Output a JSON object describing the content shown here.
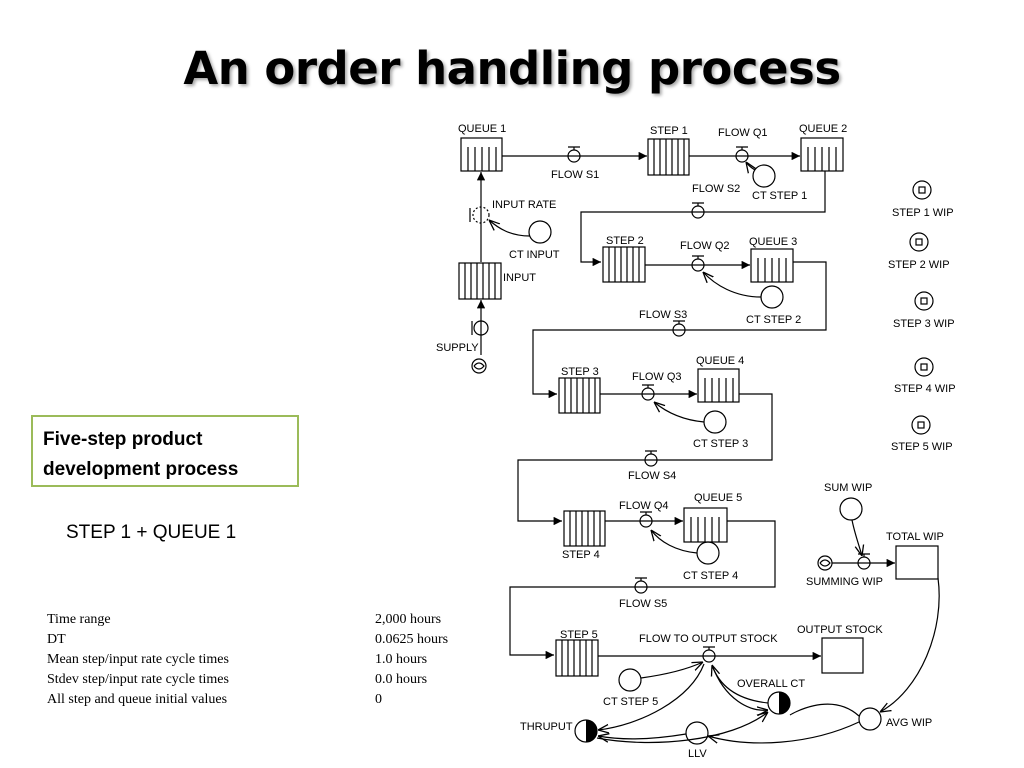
{
  "slide": {
    "title": "An order handling process",
    "note_box": {
      "line1": "Five-step product",
      "line2": "development process"
    },
    "step_label": "STEP 1 + QUEUE 1"
  },
  "params": [
    {
      "label": "Time range",
      "value": "2,000 hours"
    },
    {
      "label": "DT",
      "value": "0.0625 hours"
    },
    {
      "label": "Mean step/input rate cycle times",
      "value": "1.0 hours"
    },
    {
      "label": "Stdev step/input rate cycle times",
      "value": "0.0 hours"
    },
    {
      "label": "All step and queue initial values",
      "value": "0"
    }
  ],
  "diagram": {
    "queue1": "QUEUE 1",
    "step1": "STEP 1",
    "flow_q1": "FLOW Q1",
    "queue2": "QUEUE 2",
    "flow_s1": "FLOW S1",
    "ct_step1": "CT STEP 1",
    "flow_s2": "FLOW S2",
    "input_rate": "INPUT RATE",
    "ct_input": "CT INPUT",
    "input": "INPUT",
    "supply": "SUPPLY",
    "step2": "STEP 2",
    "flow_q2": "FLOW Q2",
    "queue3": "QUEUE 3",
    "ct_step2": "CT STEP 2",
    "flow_s3": "FLOW S3",
    "step3": "STEP 3",
    "flow_q3": "FLOW Q3",
    "queue4": "QUEUE 4",
    "ct_step3": "CT STEP 3",
    "flow_s4": "FLOW S4",
    "flow_q4": "FLOW Q4",
    "queue5": "QUEUE 5",
    "step4": "STEP 4",
    "ct_step4": "CT STEP 4",
    "flow_s5": "FLOW S5",
    "step5": "STEP 5",
    "flow_to_output": "FLOW TO OUTPUT STOCK",
    "output_stock": "OUTPUT STOCK",
    "ct_step5": "CT STEP 5",
    "overall_ct": "OVERALL CT",
    "thruput": "THRUPUT",
    "llv": "LLV",
    "avg_wip": "AVG WIP",
    "sum_wip": "SUM WIP",
    "summing_wip": "SUMMING WIP",
    "total_wip": "TOTAL WIP",
    "step1_wip": "STEP 1 WIP",
    "step2_wip": "STEP 2 WIP",
    "step3_wip": "STEP 3 WIP",
    "step4_wip": "STEP 4 WIP",
    "step5_wip": "STEP 5 WIP"
  }
}
